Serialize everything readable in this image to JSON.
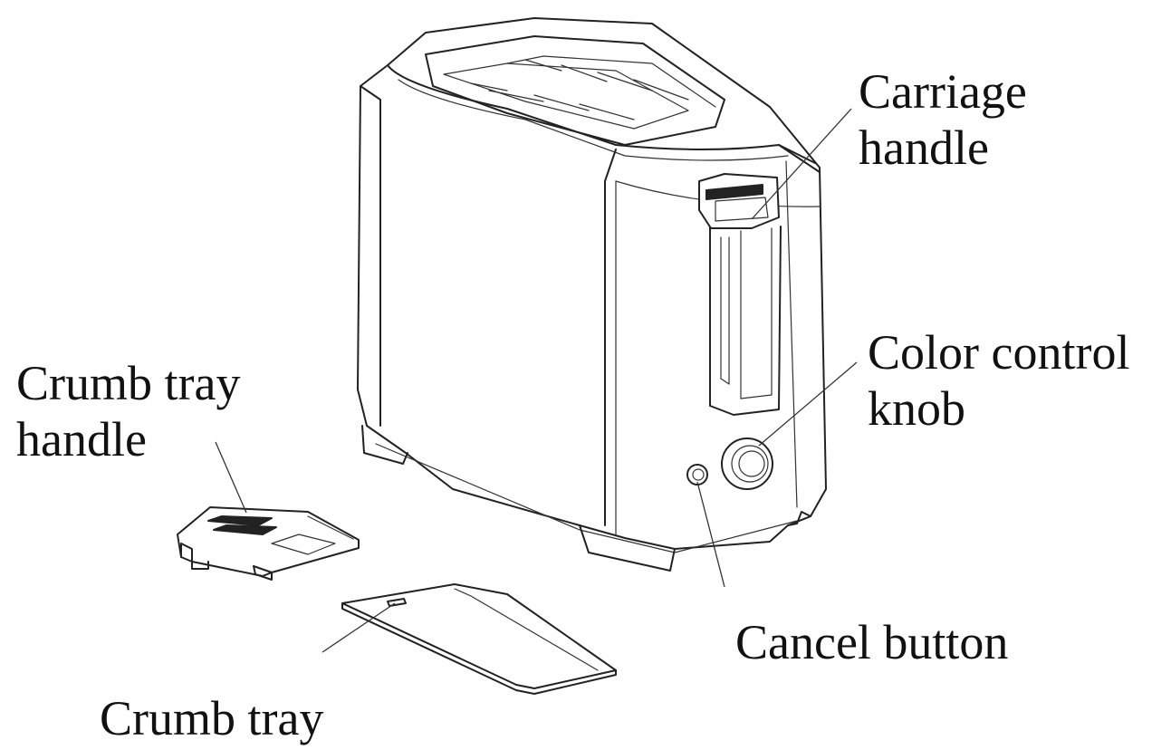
{
  "labels": {
    "carriage_handle": [
      "Carriage",
      "handle"
    ],
    "color_control_knob": [
      "Color control",
      "knob"
    ],
    "crumb_tray_handle": [
      "Crumb tray",
      "handle"
    ],
    "cancel_button": "Cancel button",
    "crumb_tray": "Crumb tray"
  },
  "colors": {
    "line": "#222222",
    "background": "#ffffff"
  }
}
